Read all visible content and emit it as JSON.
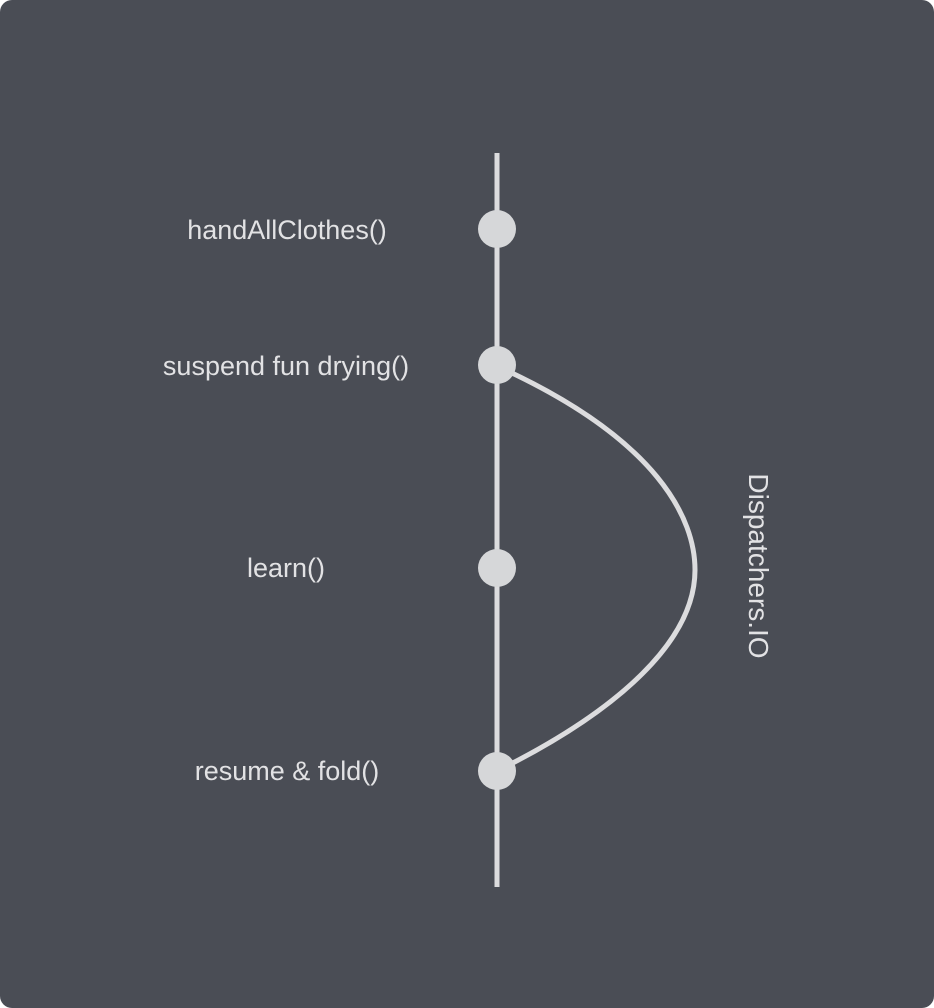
{
  "diagram": {
    "colors": {
      "background": "#4a4d55",
      "line": "#dcdcde",
      "node": "#d6d7d9",
      "text": "#e2e2e4"
    },
    "nodes": [
      {
        "label": "handAllClothes()"
      },
      {
        "label": "suspend fun drying()"
      },
      {
        "label": "learn()"
      },
      {
        "label": "resume & fold()"
      }
    ],
    "branch_label": "Dispatchers.IO"
  }
}
